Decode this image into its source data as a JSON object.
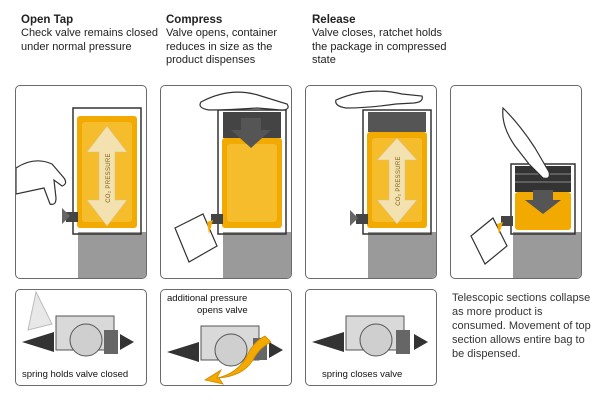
{
  "steps": [
    {
      "title": "Open Tap",
      "text": "Check valve remains closed under normal pressure"
    },
    {
      "title": "Compress",
      "text": "Valve opens, container reduces in size as the product dispenses"
    },
    {
      "title": "Release",
      "text": "Valve closes, ratchet holds the package in compressed state"
    }
  ],
  "pressure_label": "CO₂ PRESSURE",
  "captions": {
    "panel1": "spring holds valve closed",
    "panel2_line1": "additional pressure",
    "panel2_line2": "opens valve",
    "panel3": "spring closes valve"
  },
  "side_note": "Telescopic sections collapse as more product is consumed. Movement of top section allows entire bag to be dispensed.",
  "colors": {
    "product": "#f2a900",
    "product_light": "#f7c948",
    "cream_arrow": "#f3e2b0",
    "gray_base": "#9a9a9a",
    "dark_arrow": "#555555"
  }
}
